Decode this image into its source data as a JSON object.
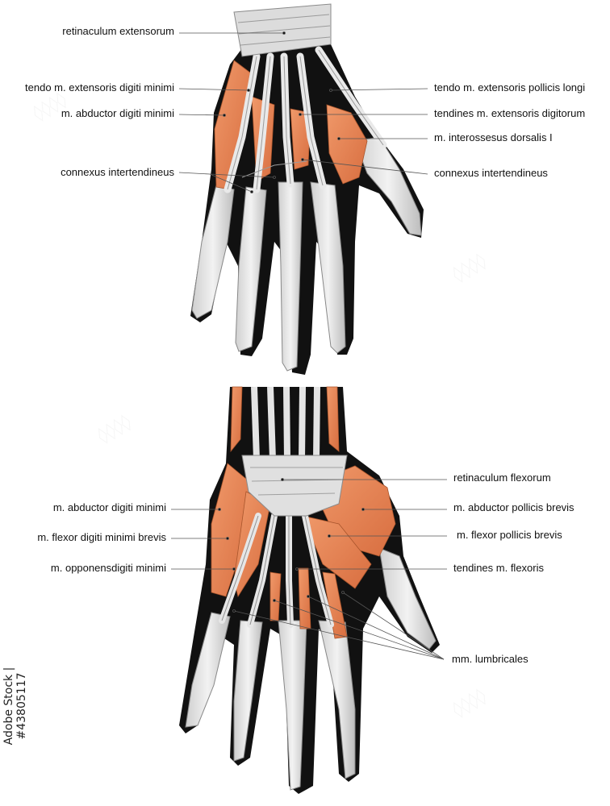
{
  "colors": {
    "muscle": "#E8875A",
    "muscle_dark": "#C9663A",
    "tendon": "#E6E6E6",
    "tendon_shadow": "#9E9E9E",
    "outline": "#000000",
    "leader": "#555555"
  },
  "dorsal_labels": {
    "retinaculum_extensorum": "retinaculum extensorum",
    "tendo_ext_digiti_minimi": "tendo m. extensoris digiti minimi",
    "abductor_digiti_minimi": "m. abductor digiti minimi",
    "connexus_left": "connexus intertendineus",
    "tendo_ext_pollicis_longi": "tendo m. extensoris pollicis longi",
    "tendines_ext_digitorum": "tendines m. extensoris digitorum",
    "interosseus_dorsalis": "m. interossesus dorsalis I",
    "connexus_right": "connexus intertendineus"
  },
  "palmar_labels": {
    "abductor_digiti_minimi": "m. abductor digiti minimi",
    "flexor_digiti_minimi_brevis": "m. flexor digiti minimi brevis",
    "opponens_digiti_minimi": "m. opponensdigiti minimi",
    "retinaculum_flexorum": "retinaculum flexorum",
    "abductor_pollicis_brevis": "m. abductor pollicis brevis",
    "flexor_pollicis_brevis": "m. flexor pollicis brevis",
    "tendines_flexoris": "tendines m. flexoris",
    "lumbricales": "mm. lumbricales"
  },
  "credit": "Adobe Stock | #43805117"
}
